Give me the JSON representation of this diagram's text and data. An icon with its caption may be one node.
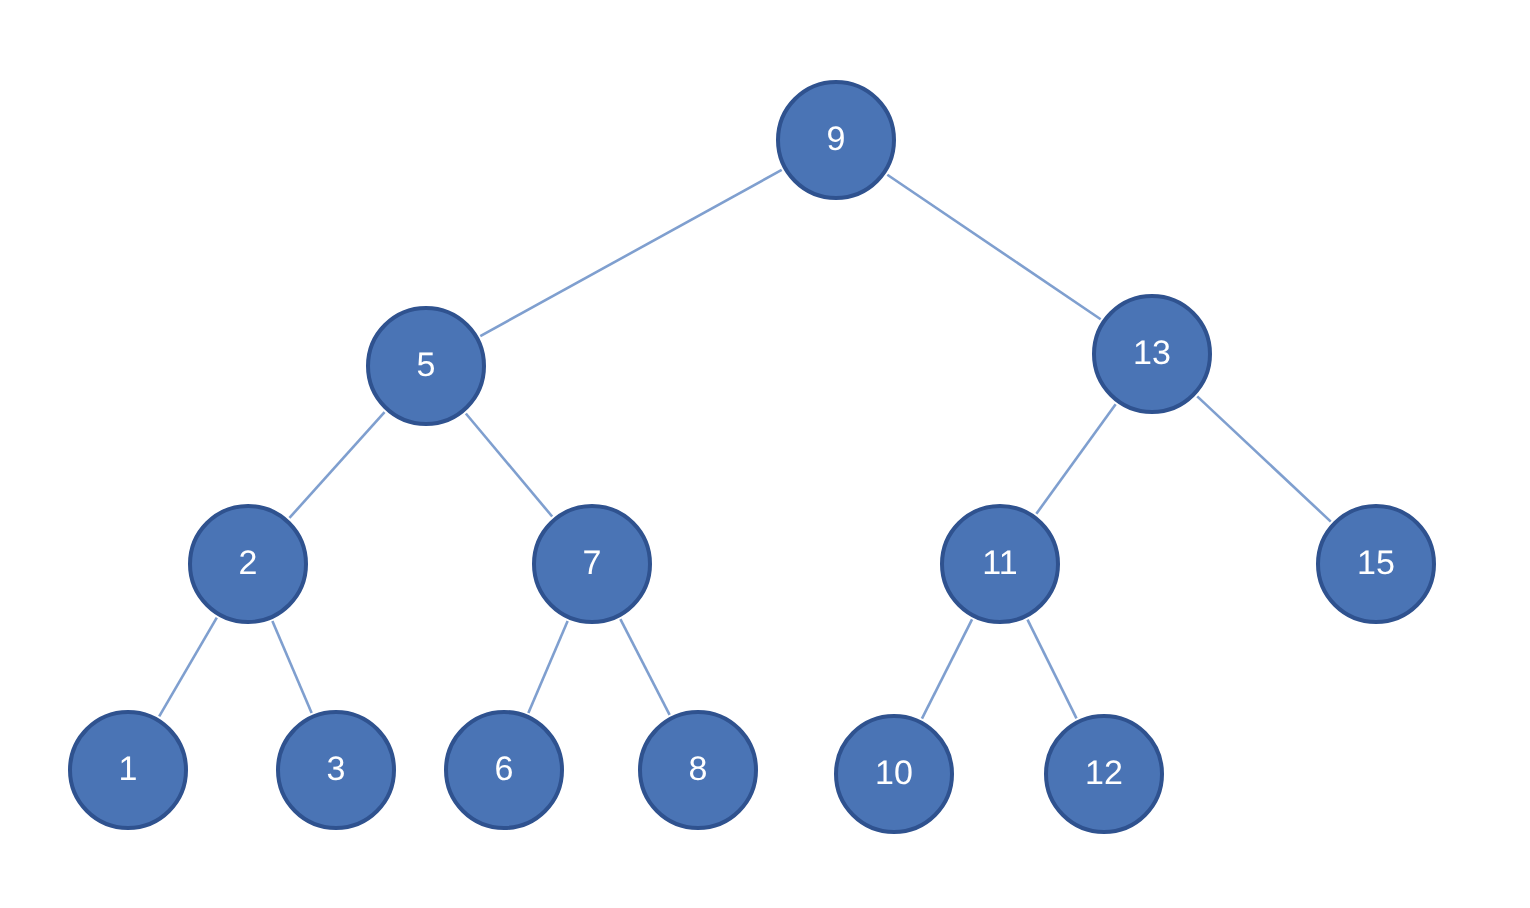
{
  "diagram": {
    "nodes": [
      {
        "text": [
          "9"
        ]
      },
      {
        "text": [
          "5"
        ]
      },
      {
        "text": [
          "13"
        ]
      },
      {
        "text": [
          "2"
        ]
      },
      {
        "text": [
          "7"
        ]
      },
      {
        "text": [
          "11"
        ]
      },
      {
        "text": [
          "15"
        ]
      },
      {
        "text": [
          "1"
        ]
      },
      {
        "text": [
          "3"
        ]
      },
      {
        "text": [
          "6"
        ]
      },
      {
        "text": [
          "8"
        ]
      },
      {
        "text": [
          "10"
        ]
      },
      {
        "text": [
          "12"
        ]
      }
    ],
    "edges": [
      {
        "from": 0,
        "to": 1,
        "arrow": "none"
      },
      {
        "from": 0,
        "to": 2,
        "arrow": "none"
      },
      {
        "from": 1,
        "to": 3,
        "arrow": "none"
      },
      {
        "from": 1,
        "to": 4,
        "arrow": "none"
      },
      {
        "from": 2,
        "to": 5,
        "arrow": "none"
      },
      {
        "from": 2,
        "to": 6,
        "arrow": "none"
      },
      {
        "from": 3,
        "to": 7,
        "arrow": "none"
      },
      {
        "from": 3,
        "to": 8,
        "arrow": "none"
      },
      {
        "from": 4,
        "to": 9,
        "arrow": "none"
      },
      {
        "from": 4,
        "to": 10,
        "arrow": "none"
      },
      {
        "from": 5,
        "to": 11,
        "arrow": "none"
      },
      {
        "from": 5,
        "to": 12,
        "arrow": "none"
      }
    ]
  }
}
